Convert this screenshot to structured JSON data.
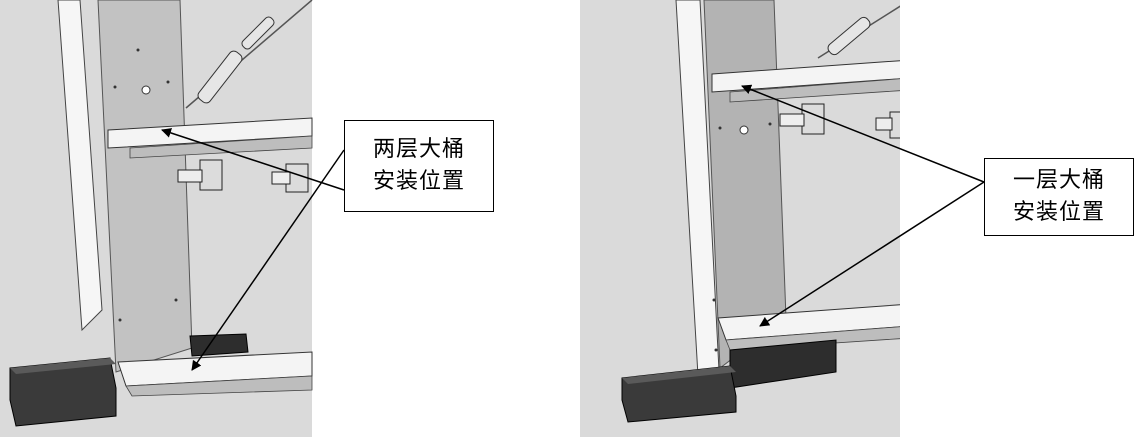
{
  "figures": [
    {
      "id": "left",
      "callout": {
        "line1": "两层大桶",
        "line2": "安装位置"
      }
    },
    {
      "id": "right",
      "callout": {
        "line1": "一层大桶",
        "line2": "安装位置"
      }
    }
  ],
  "colors": {
    "background_gray": "#d9d9d9",
    "panel_gray": "#c4c4c4",
    "shelf_white": "#f4f4f4",
    "base_dark": "#3a3a3a",
    "outline": "#000000"
  }
}
